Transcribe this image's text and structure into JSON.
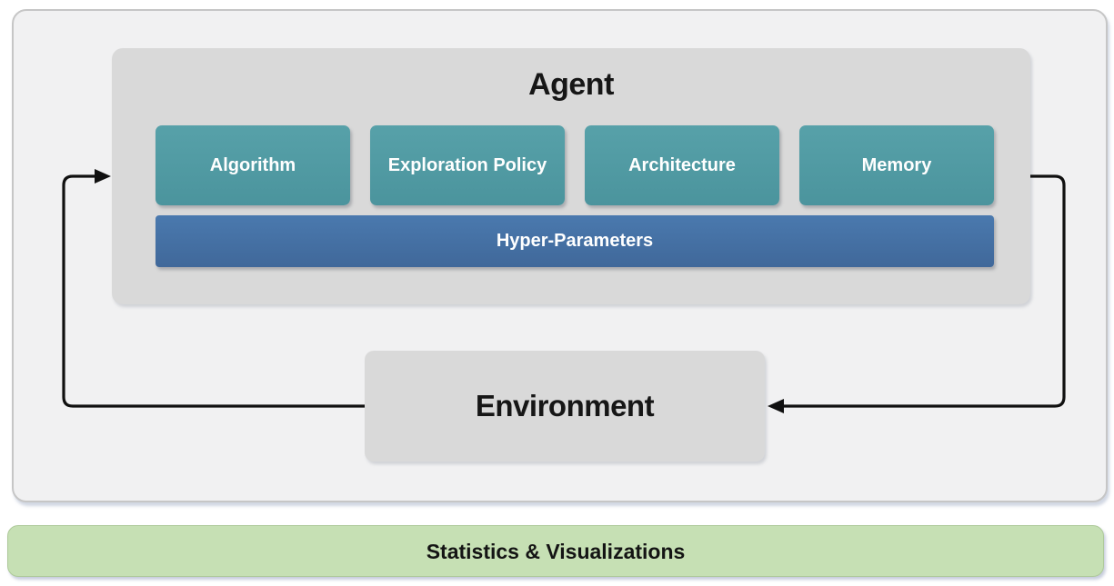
{
  "diagram": {
    "agent": {
      "title": "Agent",
      "components": [
        {
          "label": "Algorithm"
        },
        {
          "label": "Exploration Policy"
        },
        {
          "label": "Architecture"
        },
        {
          "label": "Memory"
        }
      ],
      "hyper_parameters": {
        "label": "Hyper-Parameters"
      }
    },
    "environment": {
      "title": "Environment"
    },
    "footer": {
      "label": "Statistics & Visualizations"
    },
    "icons": {
      "left_arrow": "environment-to-agent-arrow",
      "right_arrow": "agent-to-environment-arrow"
    },
    "colors": {
      "teal_component": "#529aa2",
      "blue_hyper": "#4673a5",
      "panel_gray": "#d9d9d9",
      "canvas_bg": "#f1f1f2",
      "footer_green": "#c6e0b4",
      "arrow_black": "#101010"
    }
  }
}
